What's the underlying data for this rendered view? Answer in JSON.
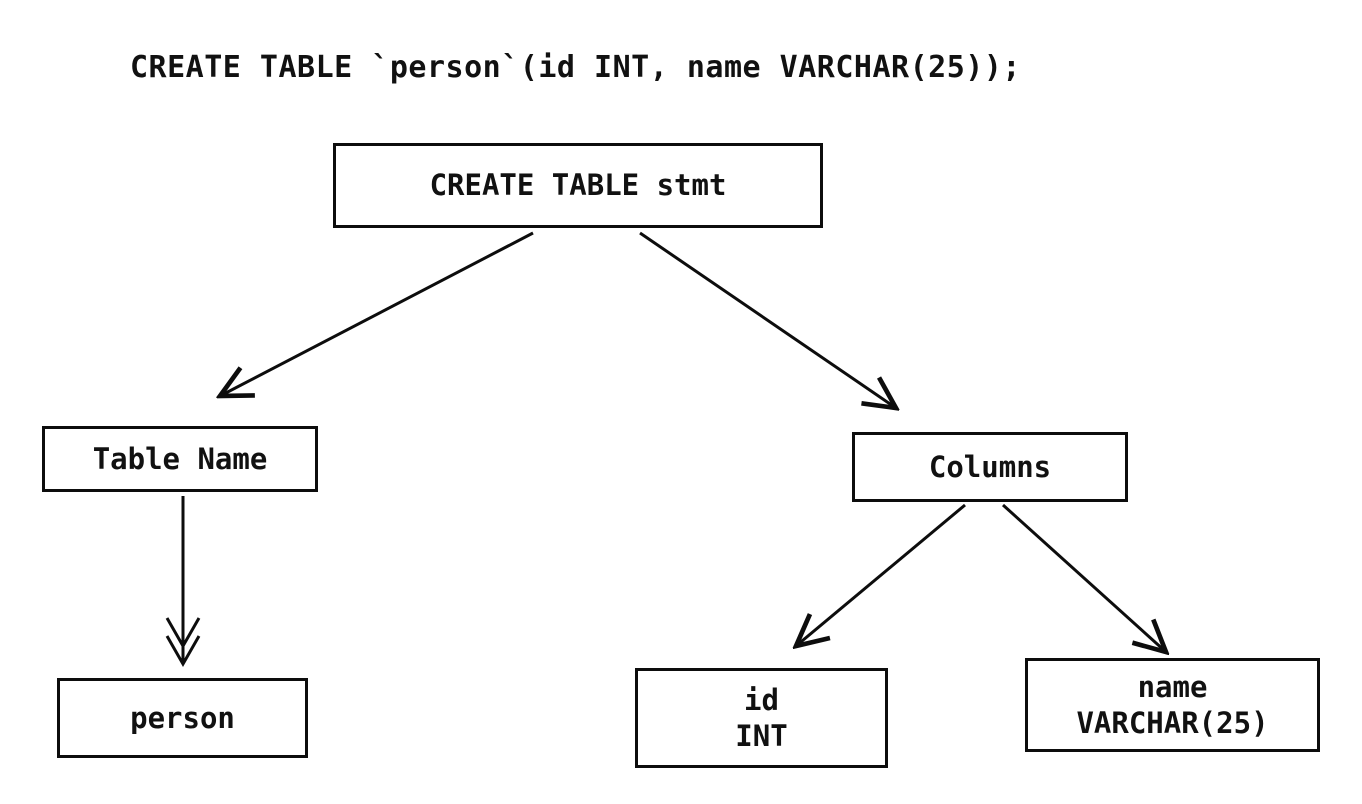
{
  "statement": "CREATE TABLE `person`(id INT, name VARCHAR(25));",
  "nodes": {
    "root": {
      "label": "CREATE TABLE stmt"
    },
    "table_name": {
      "label": "Table Name"
    },
    "columns": {
      "label": "Columns"
    },
    "person": {
      "label": "person"
    },
    "col_id": {
      "line1": "id",
      "line2": "INT"
    },
    "col_name": {
      "line1": "name",
      "line2": "VARCHAR(25)"
    }
  },
  "colors": {
    "stroke": "#0d0d0d",
    "background": "#ffffff",
    "text": "#111111"
  }
}
